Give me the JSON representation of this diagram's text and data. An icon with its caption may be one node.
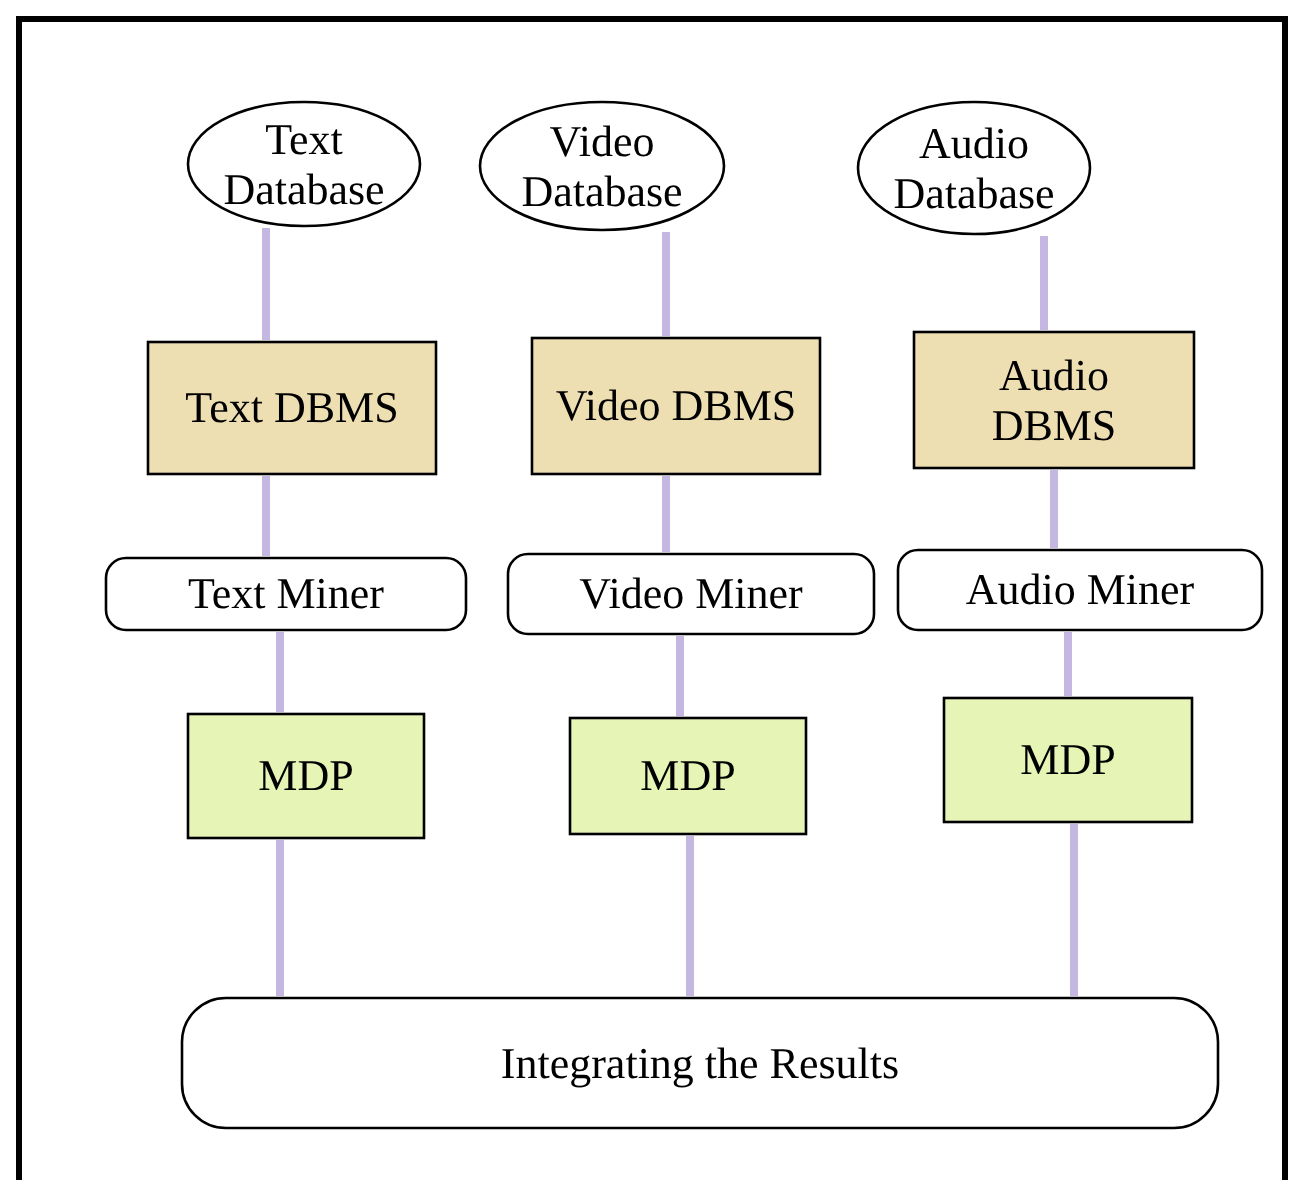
{
  "diagram": {
    "nodes": [
      {
        "text": [
          "Text Database"
        ]
      },
      {
        "text": [
          "Video Database"
        ]
      },
      {
        "text": [
          "Audio Database"
        ]
      },
      {
        "text": [
          "Text DBMS"
        ]
      },
      {
        "text": [
          "Video DBMS"
        ]
      },
      {
        "text": [
          "Audio DBMS"
        ]
      },
      {
        "text": [
          "Text Miner"
        ]
      },
      {
        "text": [
          "Video Miner"
        ]
      },
      {
        "text": [
          "Audio Miner"
        ]
      },
      {
        "text": [
          "MDP"
        ]
      },
      {
        "text": [
          "MDP"
        ]
      },
      {
        "text": [
          "MDP"
        ]
      },
      {
        "text": [
          "Integrating the Results"
        ]
      }
    ],
    "edges": [
      {
        "from": 0,
        "to": 3,
        "arrow": "none"
      },
      {
        "from": 3,
        "to": 6,
        "arrow": "none"
      },
      {
        "from": 6,
        "to": 9,
        "arrow": "none"
      },
      {
        "from": 9,
        "to": 12,
        "arrow": "none"
      },
      {
        "from": 1,
        "to": 4,
        "arrow": "none"
      },
      {
        "from": 4,
        "to": 7,
        "arrow": "none"
      },
      {
        "from": 7,
        "to": 10,
        "arrow": "none"
      },
      {
        "from": 10,
        "to": 12,
        "arrow": "none"
      },
      {
        "from": 2,
        "to": 5,
        "arrow": "none"
      },
      {
        "from": 5,
        "to": 8,
        "arrow": "none"
      },
      {
        "from": 8,
        "to": 11,
        "arrow": "none"
      },
      {
        "from": 11,
        "to": 12,
        "arrow": "none"
      }
    ]
  }
}
